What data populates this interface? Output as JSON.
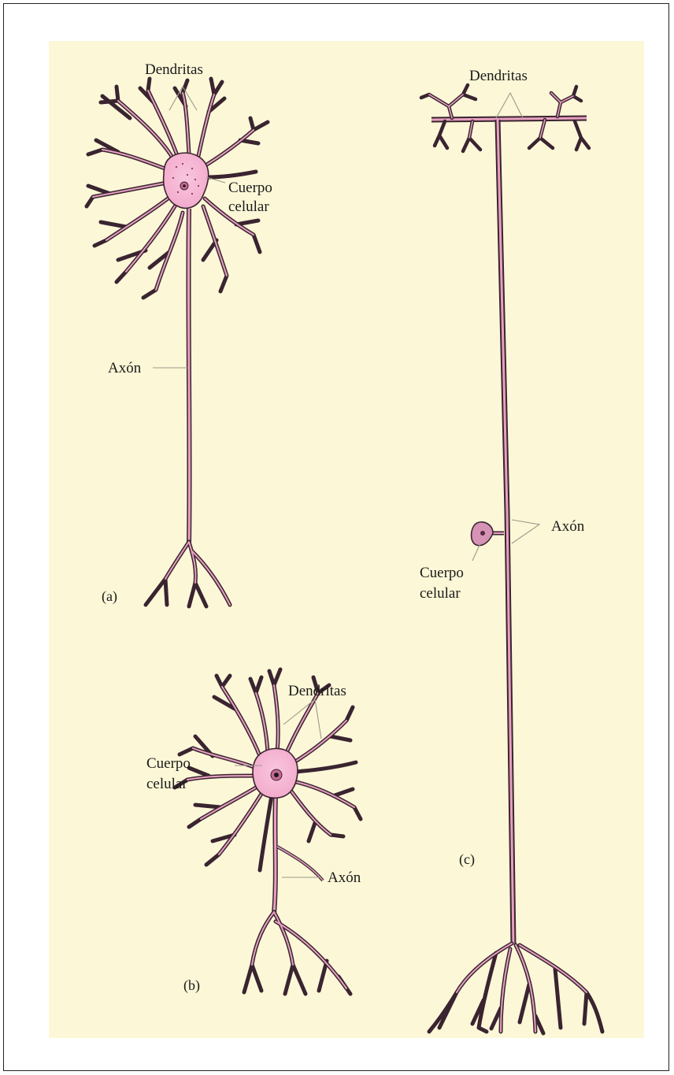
{
  "colors": {
    "background_panel": "#fcf7d7",
    "cell_body": "#f6b8d4",
    "dendrite_outline": "#3a2430",
    "axon_fill": "#e8a0bf"
  },
  "neuron_a": {
    "tag": "(a)",
    "dendrites_label": "Dendritas",
    "body_label_line1": "Cuerpo",
    "body_label_line2": "celular",
    "axon_label": "Axón"
  },
  "neuron_b": {
    "tag": "(b)",
    "dendrites_label": "Dendritas",
    "body_label_line1": "Cuerpo",
    "body_label_line2": "celular",
    "axon_label": "Axón"
  },
  "neuron_c": {
    "tag": "(c)",
    "dendrites_label": "Dendritas",
    "body_label_line1": "Cuerpo",
    "body_label_line2": "celular",
    "axon_label": "Axón"
  }
}
